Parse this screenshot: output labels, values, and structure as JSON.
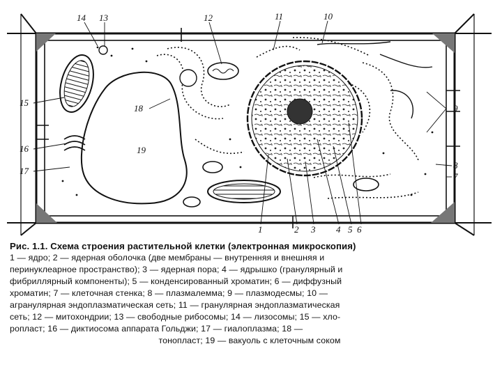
{
  "figure": {
    "labels": {
      "n1": "1",
      "n2": "2",
      "n3": "3",
      "n4": "4",
      "n5": "5",
      "n6": "6",
      "n7": "7",
      "n8": "8",
      "n9": "9",
      "n10": "10",
      "n11": "11",
      "n12": "12",
      "n13": "13",
      "n14": "14",
      "n15": "15",
      "n16": "16",
      "n17": "17",
      "n18": "18",
      "n19": "19"
    }
  },
  "caption": {
    "title": "Рис. 1.1. Схема строения растительной клетки (электронная микроскопия)",
    "lines": [
      "1 — ядро; 2 — ядерная оболочка (две мембраны — внутренняя и внешняя и",
      "перинуклеарное пространство); 3 — ядерная пора; 4 — ядрышко (гранулярный и",
      "фибриллярный компоненты); 5 — конденсированный хроматин; 6 — диффузный",
      "хроматин; 7 — клеточная стенка; 8 — плазмалемма; 9 — плазмодесмы; 10 —",
      "агранулярная эндоплазматическая сеть; 11 — гранулярная эндоплазматическая",
      "сеть; 12 — митохондрии; 13 — свободные рибосомы; 14 — лизосомы; 15 — хло-",
      "ропласт; 16 — диктиосома аппарата Гольджи; 17 — гиалоплазма; 18 —"
    ],
    "last_line": "тонопласт; 19 — вакуоль с клеточным соком"
  }
}
